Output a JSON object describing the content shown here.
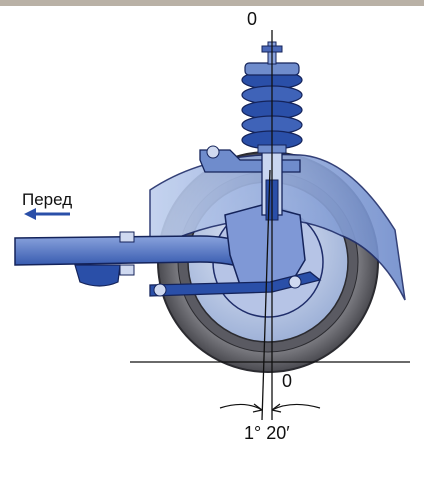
{
  "labels": {
    "top_axis": "0",
    "bottom_axis": "0",
    "front": "Перед",
    "angle": "1° 20′"
  },
  "colors": {
    "steel_blue": "#2a4fa8",
    "light_blue": "#8fa8dc",
    "pale_blue": "#c9d6f0",
    "dark_navy": "#14235a",
    "tire_gray": "#6f6f74",
    "tire_dark": "#3a3a40",
    "line": "#111111"
  }
}
